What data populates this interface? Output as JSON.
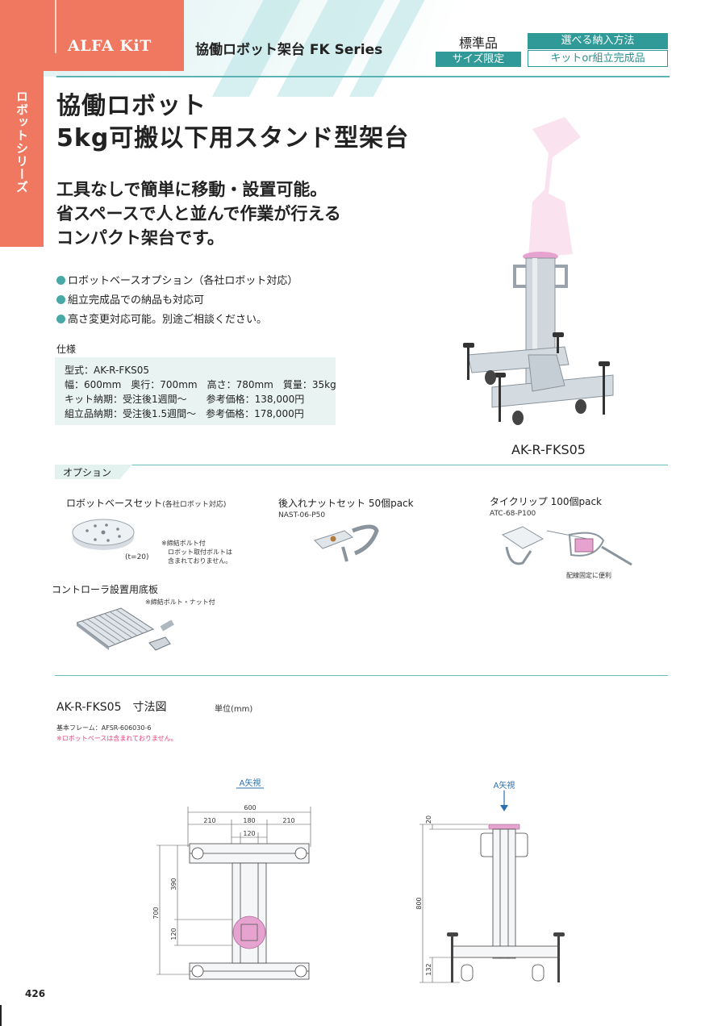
{
  "header": {
    "brand": "ALFA KiT",
    "series_title": "協働ロボット架台 FK Series",
    "standard_label": "標準品",
    "standard_sub": "サイズ限定",
    "delivery_label": "選べる納入方法",
    "delivery_sub": "キットor組立完成品"
  },
  "side_tab": {
    "label": "ロボットシリーズ"
  },
  "title": {
    "line1": "協働ロボット",
    "line2": "5kg可搬以下用スタンド型架台"
  },
  "catchcopy": {
    "line1": "工具なしで簡単に移動・設置可能。",
    "line2": "省スペースで人と並んで作業が行える",
    "line3": "コンパクト架台です。"
  },
  "features": [
    "ロボットベースオプション（各社ロボット対応）",
    "組立完成品での納品も対応可",
    "高さ変更対応可能。別途ご相談ください。"
  ],
  "spec": {
    "heading": "仕様",
    "lines": [
      "型式：AK-R-FKS05",
      "幅：600mm　奥行：700mm　高さ：780mm　質量：35kg",
      "キット納期：受注後1週間～　　参考価格：138,000円",
      "組立品納期：受注後1.5週間～　参考価格：178,000円"
    ]
  },
  "product_code": "AK-R-FKS05",
  "options": {
    "label": "オプション",
    "base_set": {
      "title": "ロボットベースセット",
      "title_sub": "(各社ロボット対応)",
      "note": [
        "※締結ボルト付",
        "ロボット取付ボルトは",
        "含まれておりません。"
      ],
      "thickness": "(t=20)"
    },
    "nut_set": {
      "title": "後入れナットセット 50個pack",
      "code": "NAST-06-P50"
    },
    "tie_clip": {
      "title": "タイクリップ 100個pack",
      "code": "ATC-68-P100",
      "note": "配線固定に便利"
    },
    "controller_plate": {
      "title": "コントローラ設置用底板",
      "note": "※締結ボルト・ナット付"
    }
  },
  "dimension": {
    "title": "AK-R-FKS05　寸法図",
    "unit": "単位(mm)",
    "frame_note": "基本フレーム：AFSR-606030-6",
    "exclusion_note": "※ロボットベースは含まれておりません。",
    "view_a": "A矢視",
    "view_a_arrow": "A矢視",
    "width_total": "600",
    "width_left": "210",
    "width_center": "180",
    "width_right": "210",
    "width_inner": "120",
    "depth_total": "700",
    "depth_upper": "390",
    "depth_lower": "120",
    "height_total": "800",
    "height_top": "20",
    "height_bottom": "132"
  },
  "page_number": "426",
  "colors": {
    "accent_orange": "#f07860",
    "accent_teal": "#2f9a98",
    "pink": "#e6a3cf"
  }
}
